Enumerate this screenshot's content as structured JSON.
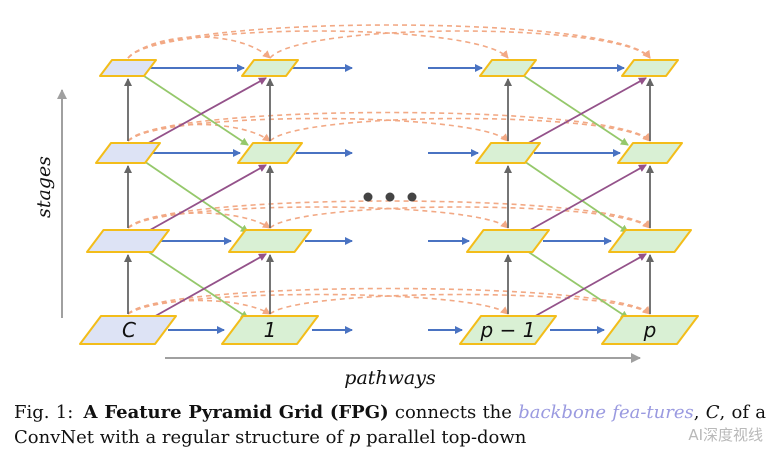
{
  "figure": {
    "axes": {
      "y_label": "stages",
      "x_label": "pathways"
    },
    "node_labels": {
      "backbone": "C",
      "pathway_1": "1",
      "pathway_p_minus_1": "p − 1",
      "pathway_p": "p"
    },
    "colors": {
      "backbone_fill": "#dde3f5",
      "pathway_fill": "#d9f0d4",
      "node_border": "#f3bd1a",
      "lateral_arrow": "#4a73c2",
      "vertical_arrow": "#666666",
      "down_arrow": "#95c86b",
      "up_arrow": "#94528a",
      "skip_connection": "#f2a985"
    }
  },
  "caption": {
    "label": "Fig. 1:",
    "title": "A Feature Pyramid Grid (FPG)",
    "t1": " connects the ",
    "link": "backbone fea-tures",
    "t2": ", ",
    "var_c": "C",
    "t3": ", of a ConvNet with a regular structure of ",
    "var_p": "p",
    "t4": " parallel top-down"
  },
  "watermark": "AI深度视线"
}
